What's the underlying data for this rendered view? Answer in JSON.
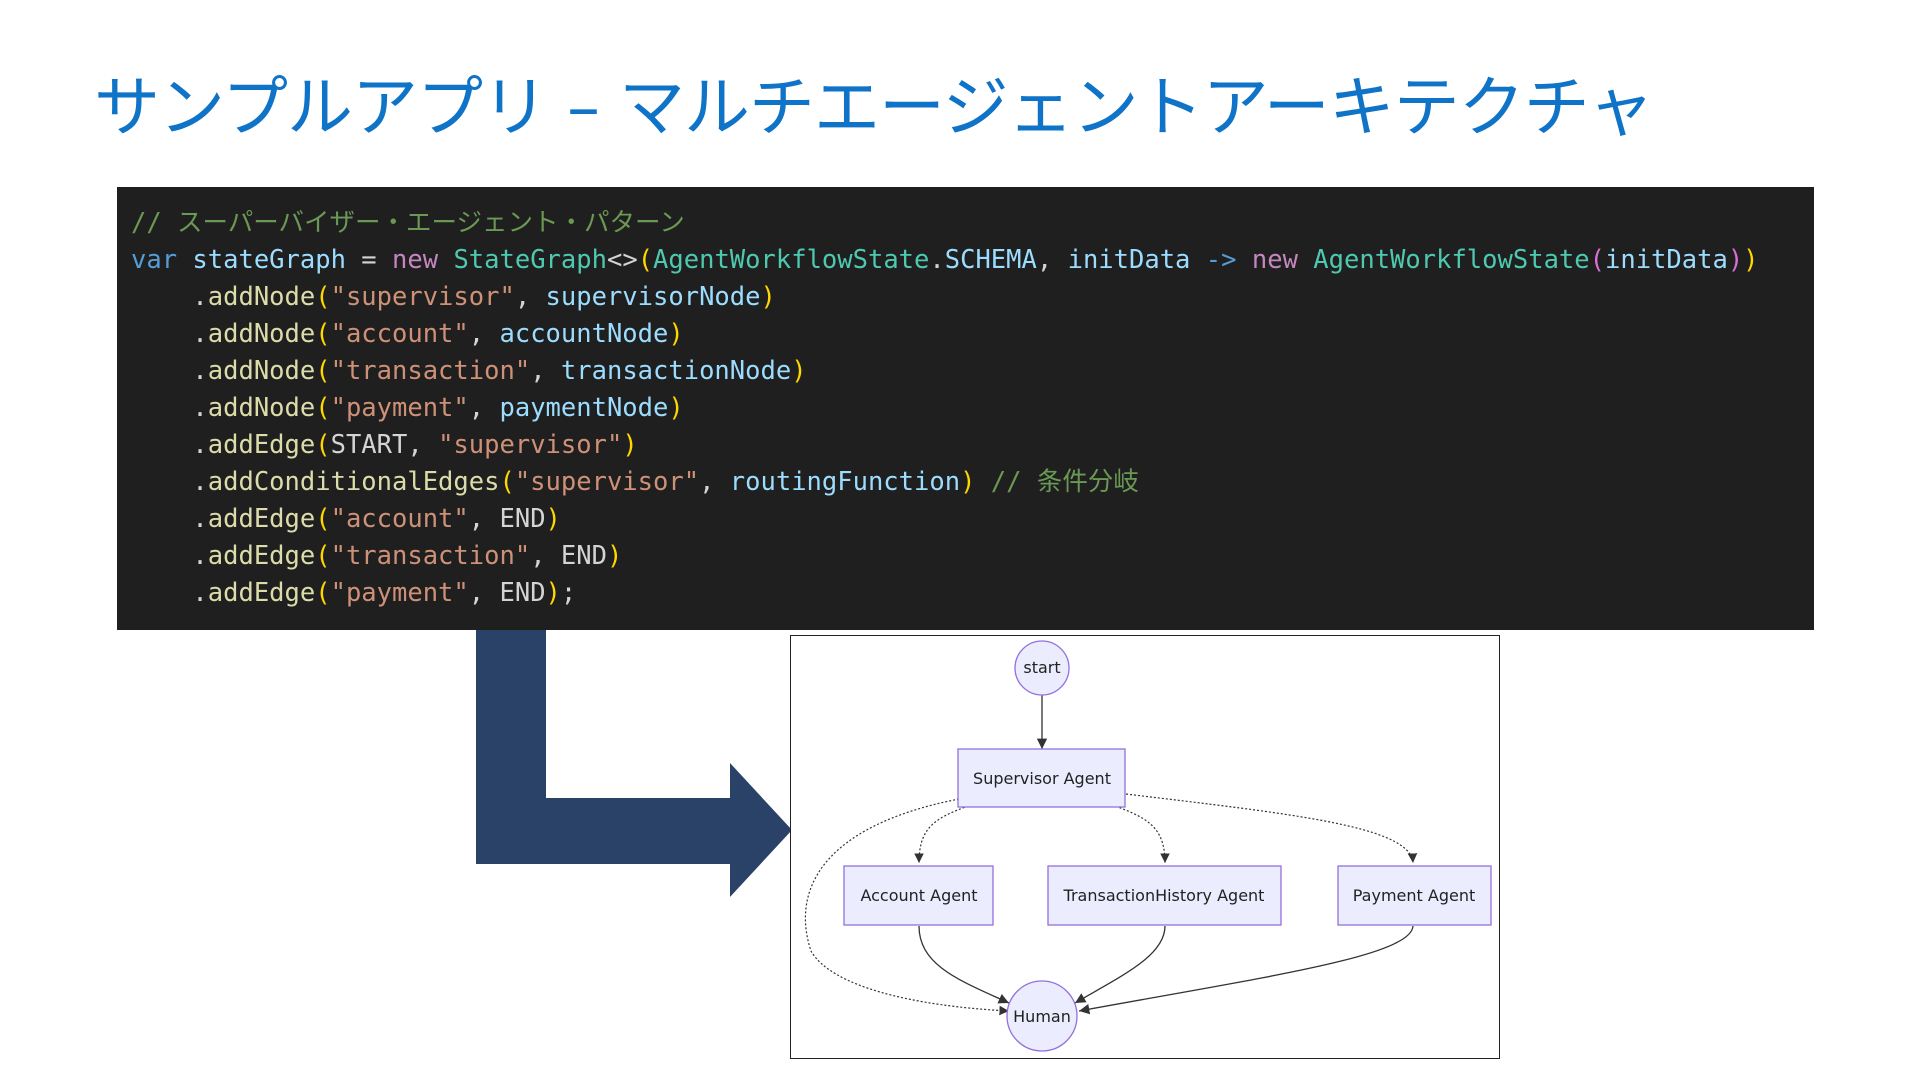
{
  "title": "サンプルアプリ – マルチエージェントアーキテクチャ",
  "code": {
    "lines": [
      [
        {
          "t": "// スーパーバイザー・エージェント・パターン",
          "c": "c-comment"
        }
      ],
      [
        {
          "t": "var",
          "c": "c-kw"
        },
        {
          "t": " ",
          "c": "c-plain"
        },
        {
          "t": "stateGraph",
          "c": "c-var"
        },
        {
          "t": " = ",
          "c": "c-plain"
        },
        {
          "t": "new",
          "c": "c-kw2"
        },
        {
          "t": " ",
          "c": "c-plain"
        },
        {
          "t": "StateGraph",
          "c": "c-type"
        },
        {
          "t": "<>",
          "c": "c-plain"
        },
        {
          "t": "(",
          "c": "c-p1"
        },
        {
          "t": "AgentWorkflowState",
          "c": "c-type"
        },
        {
          "t": ".",
          "c": "c-plain"
        },
        {
          "t": "SCHEMA",
          "c": "c-var"
        },
        {
          "t": ", ",
          "c": "c-plain"
        },
        {
          "t": "initData",
          "c": "c-var"
        },
        {
          "t": " ",
          "c": "c-plain"
        },
        {
          "t": "->",
          "c": "c-kw"
        },
        {
          "t": " ",
          "c": "c-plain"
        },
        {
          "t": "new",
          "c": "c-kw2"
        },
        {
          "t": " ",
          "c": "c-plain"
        },
        {
          "t": "AgentWorkflowState",
          "c": "c-type"
        },
        {
          "t": "(",
          "c": "c-p2"
        },
        {
          "t": "initData",
          "c": "c-var"
        },
        {
          "t": ")",
          "c": "c-p2"
        },
        {
          "t": ")",
          "c": "c-p1"
        }
      ],
      [
        {
          "t": "    .",
          "c": "c-plain"
        },
        {
          "t": "addNode",
          "c": "c-fn"
        },
        {
          "t": "(",
          "c": "c-p1"
        },
        {
          "t": "\"supervisor\"",
          "c": "c-str"
        },
        {
          "t": ", ",
          "c": "c-plain"
        },
        {
          "t": "supervisorNode",
          "c": "c-var"
        },
        {
          "t": ")",
          "c": "c-p1"
        }
      ],
      [
        {
          "t": "    .",
          "c": "c-plain"
        },
        {
          "t": "addNode",
          "c": "c-fn"
        },
        {
          "t": "(",
          "c": "c-p1"
        },
        {
          "t": "\"account\"",
          "c": "c-str"
        },
        {
          "t": ", ",
          "c": "c-plain"
        },
        {
          "t": "accountNode",
          "c": "c-var"
        },
        {
          "t": ")",
          "c": "c-p1"
        }
      ],
      [
        {
          "t": "    .",
          "c": "c-plain"
        },
        {
          "t": "addNode",
          "c": "c-fn"
        },
        {
          "t": "(",
          "c": "c-p1"
        },
        {
          "t": "\"transaction\"",
          "c": "c-str"
        },
        {
          "t": ", ",
          "c": "c-plain"
        },
        {
          "t": "transactionNode",
          "c": "c-var"
        },
        {
          "t": ")",
          "c": "c-p1"
        }
      ],
      [
        {
          "t": "    .",
          "c": "c-plain"
        },
        {
          "t": "addNode",
          "c": "c-fn"
        },
        {
          "t": "(",
          "c": "c-p1"
        },
        {
          "t": "\"payment\"",
          "c": "c-str"
        },
        {
          "t": ", ",
          "c": "c-plain"
        },
        {
          "t": "paymentNode",
          "c": "c-var"
        },
        {
          "t": ")",
          "c": "c-p1"
        }
      ],
      [
        {
          "t": "    .",
          "c": "c-plain"
        },
        {
          "t": "addEdge",
          "c": "c-fn"
        },
        {
          "t": "(",
          "c": "c-p1"
        },
        {
          "t": "START",
          "c": "c-plain"
        },
        {
          "t": ", ",
          "c": "c-plain"
        },
        {
          "t": "\"supervisor\"",
          "c": "c-str"
        },
        {
          "t": ")",
          "c": "c-p1"
        }
      ],
      [
        {
          "t": "    .",
          "c": "c-plain"
        },
        {
          "t": "addConditionalEdges",
          "c": "c-fn"
        },
        {
          "t": "(",
          "c": "c-p1"
        },
        {
          "t": "\"supervisor\"",
          "c": "c-str"
        },
        {
          "t": ", ",
          "c": "c-plain"
        },
        {
          "t": "routingFunction",
          "c": "c-var"
        },
        {
          "t": ")",
          "c": "c-p1"
        },
        {
          "t": " // 条件分岐",
          "c": "c-comment"
        }
      ],
      [
        {
          "t": "    .",
          "c": "c-plain"
        },
        {
          "t": "addEdge",
          "c": "c-fn"
        },
        {
          "t": "(",
          "c": "c-p1"
        },
        {
          "t": "\"account\"",
          "c": "c-str"
        },
        {
          "t": ", ",
          "c": "c-plain"
        },
        {
          "t": "END",
          "c": "c-plain"
        },
        {
          "t": ")",
          "c": "c-p1"
        }
      ],
      [
        {
          "t": "    .",
          "c": "c-plain"
        },
        {
          "t": "addEdge",
          "c": "c-fn"
        },
        {
          "t": "(",
          "c": "c-p1"
        },
        {
          "t": "\"transaction\"",
          "c": "c-str"
        },
        {
          "t": ", ",
          "c": "c-plain"
        },
        {
          "t": "END",
          "c": "c-plain"
        },
        {
          "t": ")",
          "c": "c-p1"
        }
      ],
      [
        {
          "t": "    .",
          "c": "c-plain"
        },
        {
          "t": "addEdge",
          "c": "c-fn"
        },
        {
          "t": "(",
          "c": "c-p1"
        },
        {
          "t": "\"payment\"",
          "c": "c-str"
        },
        {
          "t": ", ",
          "c": "c-plain"
        },
        {
          "t": "END",
          "c": "c-plain"
        },
        {
          "t": ")",
          "c": "c-p1"
        },
        {
          "t": ";",
          "c": "c-plain"
        }
      ]
    ]
  },
  "diagram": {
    "nodes": {
      "start": "start",
      "supervisor": "Supervisor Agent",
      "account": "Account Agent",
      "transaction": "TransactionHistory Agent",
      "payment": "Payment Agent",
      "human": "Human"
    }
  },
  "colors": {
    "title": "#0f73c8",
    "code_bg": "#1f1f1f",
    "arrow": "#2b4268",
    "node_fill": "#ececff",
    "node_stroke": "#9370db"
  }
}
